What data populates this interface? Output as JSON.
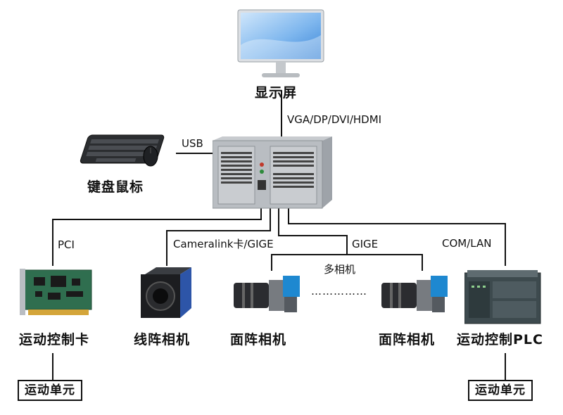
{
  "devices": {
    "monitor": "显示屏",
    "keyboard_mouse": "键盘鼠标",
    "motion_card": "运动控制卡",
    "line_camera": "线阵相机",
    "area_camera_1": "面阵相机",
    "area_camera_2": "面阵相机",
    "motion_plc": "运动控制PLC"
  },
  "connections": {
    "display": "VGA/DP/DVI/HDMI",
    "usb": "USB",
    "pci": "PCI",
    "cameralink": "Cameralink卡/GIGE",
    "gige": "GIGE",
    "com_lan": "COM/LAN"
  },
  "annotations": {
    "multi_camera": "多相机",
    "ellipsis": "……………"
  },
  "units": {
    "left": "运动单元",
    "right": "运动单元"
  }
}
